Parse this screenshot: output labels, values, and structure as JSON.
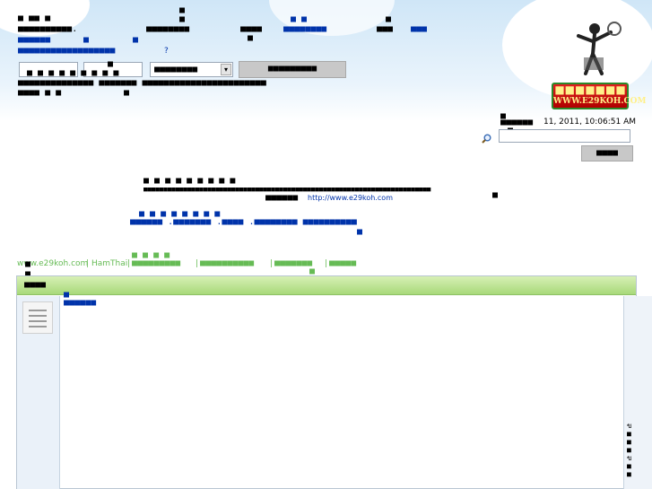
{
  "header": {
    "line1_left": "■ ■■ ■",
    "line2_left": "■■■■■■■■■■.",
    "line2_mid": "■■■■■■■■",
    "line2_right": "■■■■",
    "line2_blue": "■■■■■■■■",
    "line2_far": "■■■",
    "line2_far_blue": "■■■",
    "line3_blue": "■■■■■■",
    "line3_mid": "■",
    "line4_blue": "■■■■■■■■■■■■■■■■■■",
    "help": "?"
  },
  "login": {
    "username_value": "",
    "password_value": "",
    "remember_label": "■■■■■■■■",
    "login_button": "■■■■■■■■■"
  },
  "menu": {
    "row1": "■ ■ ■ ■ ■ ■ ■ ■ ■",
    "row2": "■■■■■■■■■■■■■■ ■■■■■■■ ■■■■■■■■■■■■■■■■■■■■■■■",
    "row3": "■■■■ ■ ■"
  },
  "logo": {
    "badge_text": "WWW.E29KOH.COM"
  },
  "right_panel": {
    "date_prefix": "■■■■■■",
    "date": "11, 2011, 10:06:51 AM",
    "search_value": "",
    "search_button": "■■■■"
  },
  "center": {
    "line1": "■■■■■■■■■■■■■■■■■■■■■■■■■■■■■■■■■■■■■■■■■■■■■■■■■■■■■■■■■■■■■■■■■■■■■■■■",
    "line2_prefix": "■■■■■■",
    "line2_url": "http://www.e29koh.com",
    "links": "■■■■■■ .■■■■■■■ .■■■■ .■■■■■■■■ ■■■■■■■■■■"
  },
  "breadcrumb": {
    "site": "www.e29koh.com",
    "sep1": "|",
    "hamthai": "HamThai",
    "sep2": "|",
    "crumb1": "■■■■■■■■■",
    "sep3": "|",
    "crumb2": "■■■■■■■■■■",
    "sep4": "|",
    "crumb3": "■■■■■■■",
    "sep5": "|",
    "crumb4": "■■■■■"
  },
  "board": {
    "title": "■■■■",
    "topic_link": "■■■■■■",
    "side_text": "ข ■ ■ ■ ข ■ ■"
  },
  "colors": {
    "link_blue": "#0033aa",
    "crumb_green": "#66bb55",
    "bar_green": "#a8d97a"
  }
}
